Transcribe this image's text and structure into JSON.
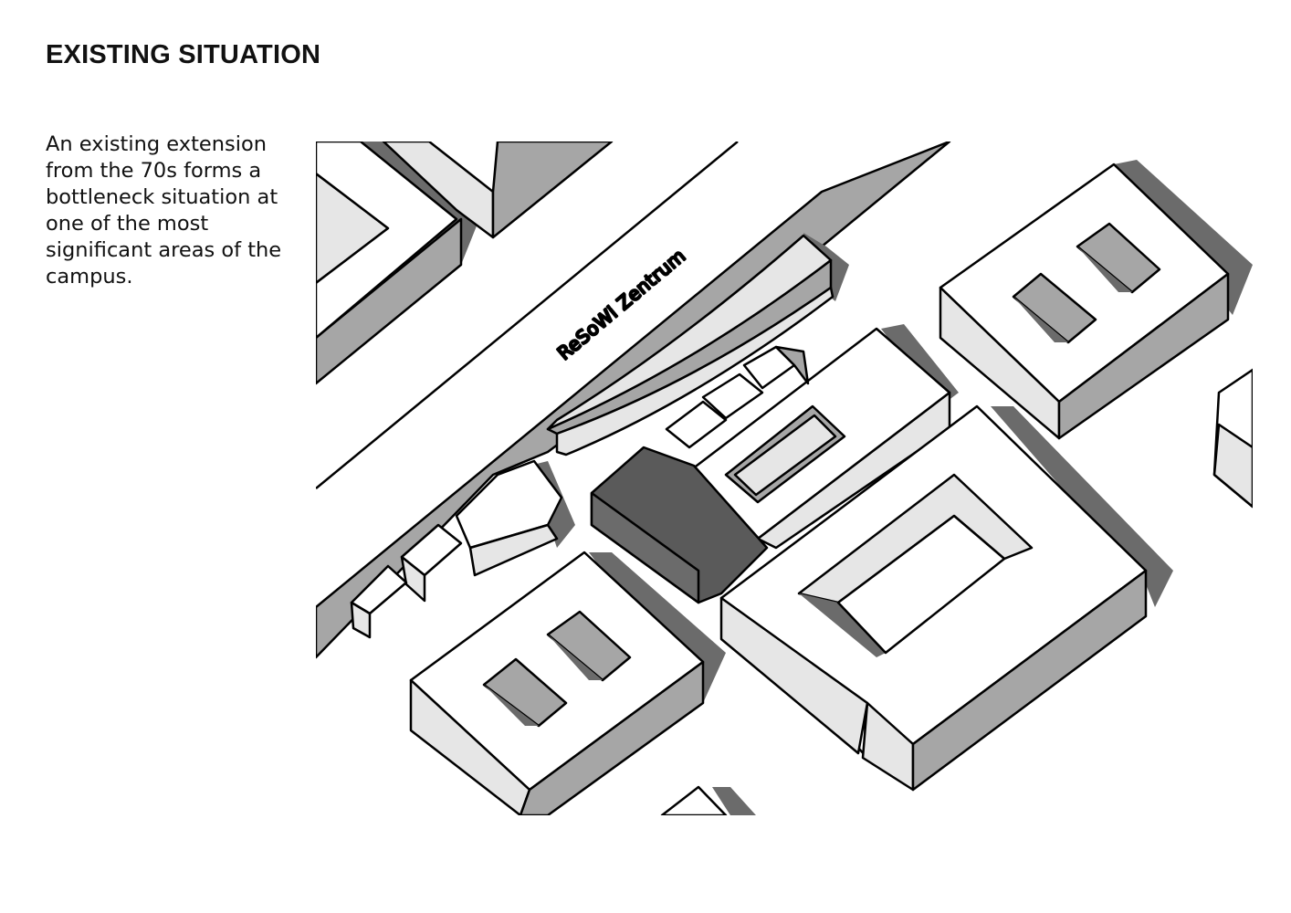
{
  "heading": "EXISTING SITUATION",
  "description": {
    "lines": [
      "An existing extension",
      "from the 70s forms a",
      "bottleneck situation at",
      "one of the most",
      "significant areas of the",
      "campus."
    ]
  },
  "diagram": {
    "street_label": "ReSoWi Zentrum",
    "colors": {
      "roof": "#ffffff",
      "light_face": "#e6e6e6",
      "mid_face": "#a6a6a6",
      "dark_face": "#6b6b6b",
      "extension": "#5a5a5a",
      "outline": "#000000"
    }
  }
}
